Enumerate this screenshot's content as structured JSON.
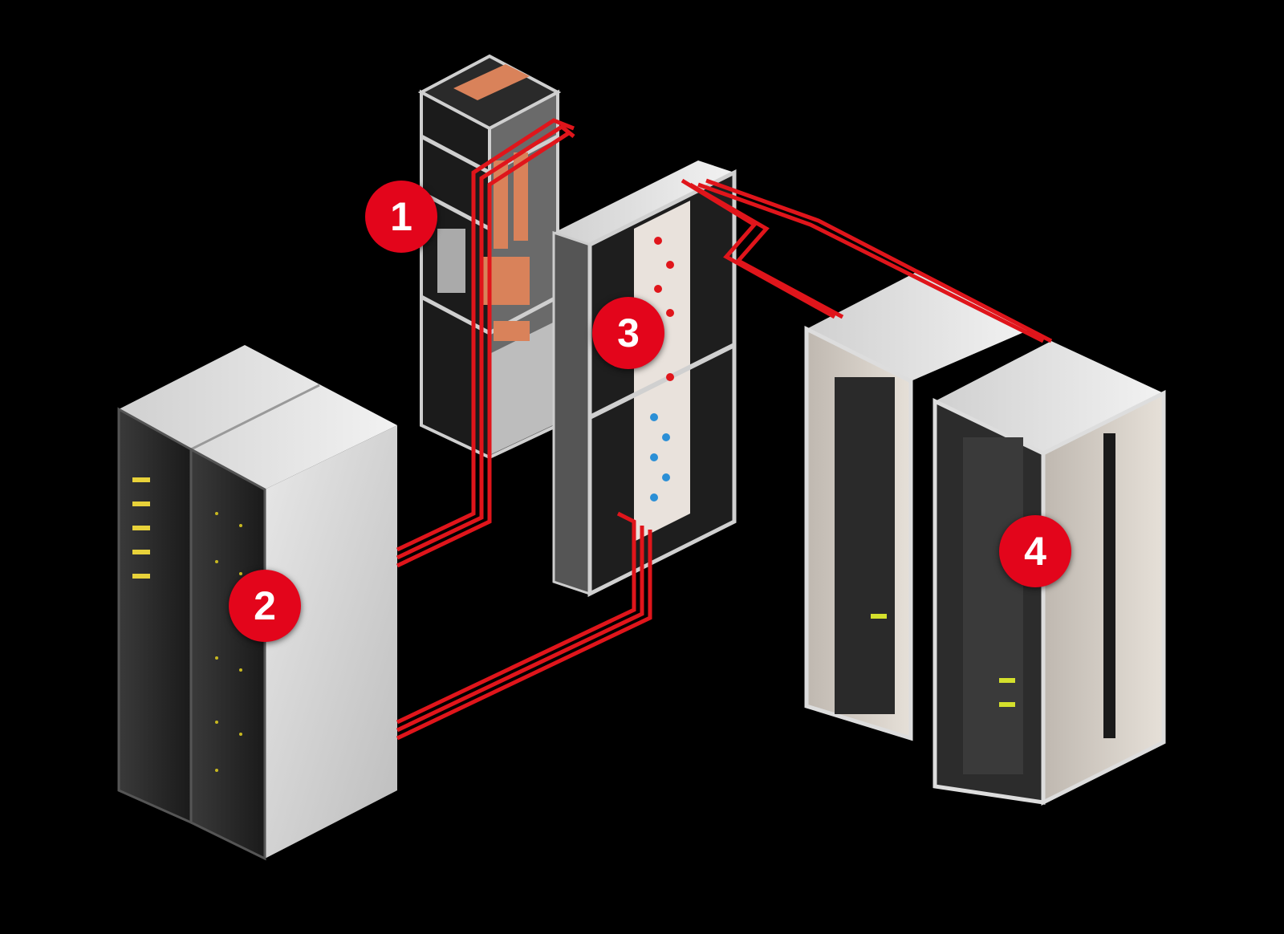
{
  "markers": [
    {
      "id": "1",
      "label": "1"
    },
    {
      "id": "2",
      "label": "2"
    },
    {
      "id": "3",
      "label": "3"
    },
    {
      "id": "4",
      "label": "4"
    }
  ],
  "colors": {
    "background": "#000000",
    "marker": "#e3051b",
    "cable": "#e0151b",
    "cabinet": "#d9d9d9",
    "copper": "#d9825a"
  }
}
